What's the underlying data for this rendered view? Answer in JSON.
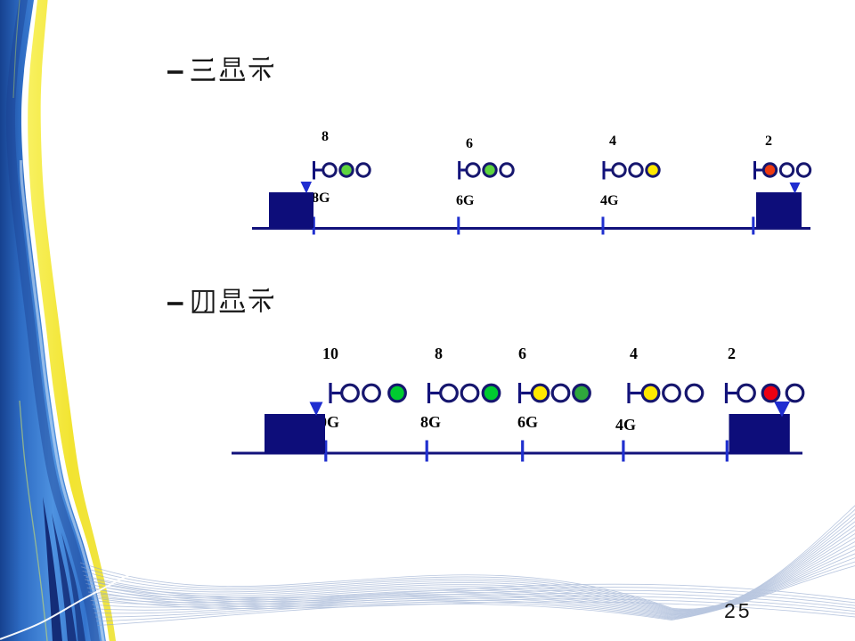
{
  "slide": {
    "page_number": "25",
    "background": "#ffffff",
    "colors": {
      "signal_outline_navy": "#16166e",
      "track_navy": "#12127b",
      "train_navy": "#0d0d7a",
      "marker_blue": "#2030cf",
      "ribbon_blue": "#3c7ed2",
      "ribbon_yellow": "#f2e431",
      "light_green": "#5ed43e",
      "bright_green": "#00cb30",
      "dark_green": "#2fa83c",
      "light_yellow": "#ffe900",
      "light_red_orange": "#ee3a10",
      "light_red": "#ec0012",
      "unlit_white": "#ffffff"
    }
  },
  "sections": [
    {
      "bullet": "–",
      "title": "三显示",
      "signals": [
        {
          "number": "8",
          "block_label": "8G",
          "lights": [
            "#ffffff",
            "#5ed43e",
            "#ffffff"
          ]
        },
        {
          "number": "6",
          "block_label": "6G",
          "lights": [
            "#ffffff",
            "#5ed43e",
            "#ffffff"
          ]
        },
        {
          "number": "4",
          "block_label": "4G",
          "lights": [
            "#ffffff",
            "#ffffff",
            "#ffe900"
          ]
        },
        {
          "number": "2",
          "block_label": "",
          "lights": [
            "#ee3a10",
            "#ffffff",
            "#ffffff"
          ]
        }
      ]
    },
    {
      "bullet": "–",
      "title": "四显示",
      "signals": [
        {
          "number": "10",
          "block_label": "10G",
          "lights": [
            "#ffffff",
            "#ffffff",
            "#00cb30"
          ]
        },
        {
          "number": "8",
          "block_label": "8G",
          "lights": [
            "#ffffff",
            "#ffffff",
            "#00cb30"
          ]
        },
        {
          "number": "6",
          "block_label": "6G",
          "lights": [
            "#ffe900",
            "#ffffff",
            "#2fa83c"
          ]
        },
        {
          "number": "4",
          "block_label": "4G",
          "lights": [
            "#ffe900",
            "#ffffff",
            "#ffffff"
          ]
        },
        {
          "number": "2",
          "block_label": "",
          "lights": [
            "#ffffff",
            "#ec0012",
            "#ffffff"
          ]
        }
      ]
    }
  ]
}
